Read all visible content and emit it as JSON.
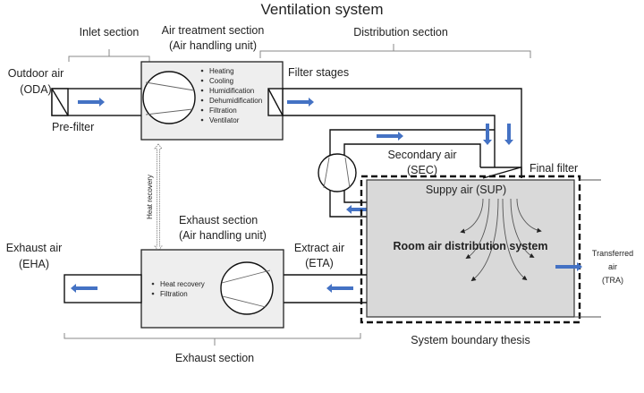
{
  "title": "Ventilation system",
  "colors": {
    "arrow": "#4472c4",
    "unit_fill": "#eeeeee",
    "room_fill": "#d9d9d9",
    "line": "#111111"
  },
  "sections": {
    "inlet": "Inlet section",
    "air_treatment": [
      "Air treatment section",
      "(Air handling unit)"
    ],
    "distribution": "Distribution section",
    "exhaust_unit": [
      "Exhaust section",
      "(Air handling unit)"
    ],
    "exhaust": "Exhaust section"
  },
  "labels": {
    "outdoor_air": [
      "Outdoor air",
      "(ODA)"
    ],
    "pre_filter": "Pre-filter",
    "filter_stages": "Filter stages",
    "secondary_air": [
      "Secondary air",
      "(SEC)"
    ],
    "final_filter": "Final filter",
    "supply_air": "Suppy air (SUP)",
    "room_system": "Room air distribution system",
    "transferred_air": [
      "Transferred",
      "air",
      "(TRA)"
    ],
    "extract_air": [
      "Extract air",
      "(ETA)"
    ],
    "exhaust_air": [
      "Exhaust air",
      "(EHA)"
    ],
    "heat_recovery": "Heat recovery",
    "system_boundary": "System boundary thesis"
  },
  "supply_unit_functions": [
    "Heating",
    "Cooling",
    "Humidification",
    "Dehumidification",
    "Filtration",
    "Ventilator"
  ],
  "exhaust_unit_functions": [
    "Heat recovery",
    "Filtration"
  ],
  "icons": {
    "flow_arrow": "arrow-icon",
    "fan": "fan-icon",
    "filter": "filter-icon",
    "heat_recovery": "double-arrow-icon"
  }
}
